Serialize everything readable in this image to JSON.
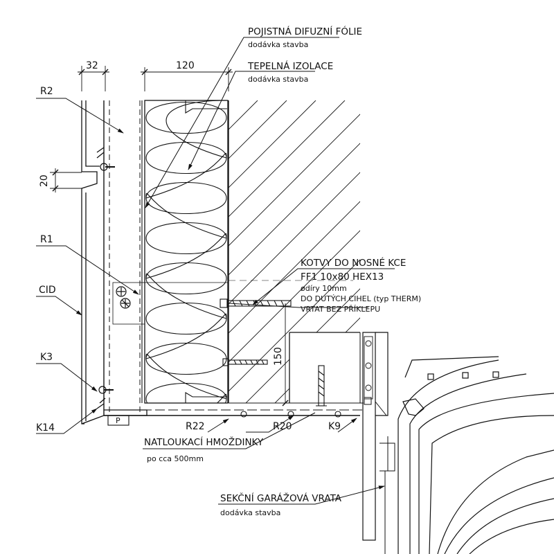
{
  "labels": {
    "foil": "POJISTNÁ DIFUZNÍ FÓLIE",
    "foil_supply": "dodávka stavba",
    "insulation": "TEPELNÁ IZOLACE",
    "insulation_supply": "dodávka stavba",
    "anchors": "KOTVY DO NOSNÉ KCE",
    "anchor_spec": "FF1 10x80 HEX13",
    "anchor_holes": "ødíry 10mm",
    "anchor_brick": "DO DUTÝCH CIHEL (typ THERM)",
    "anchor_drill": "VRTAT BEZ PŘÍKLEPU",
    "dowels": "NATLOUKACÍ HMOŽDINKY",
    "dowels_spacing": "po cca 500mm",
    "door": "SEKČNÍ GARÁŽOVÁ VRATA",
    "door_supply": "dodávka stavba"
  },
  "codes": {
    "r2": "R2",
    "r1": "R1",
    "cid": "CID",
    "k3": "K3",
    "k14": "K14",
    "r22": "R22",
    "r20": "R20",
    "k9": "K9",
    "p": "P"
  },
  "dimensions": {
    "gap": "32",
    "insulation": "120",
    "joint": "20",
    "anchor": "150"
  },
  "colors": {
    "line": "#111111",
    "background": "#ffffff"
  }
}
